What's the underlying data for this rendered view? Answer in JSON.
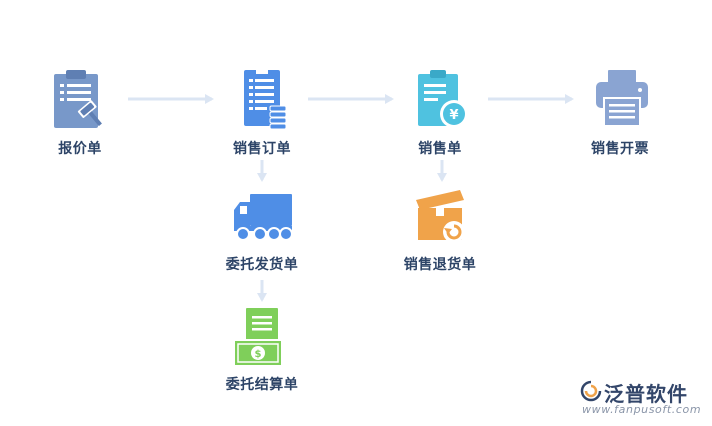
{
  "nodes": {
    "quote": {
      "label": "报价单",
      "icon": "clipboard-gavel-icon"
    },
    "sales_order": {
      "label": "销售订单",
      "icon": "document-coins-icon"
    },
    "sales_slip": {
      "label": "销售单",
      "icon": "clipboard-yen-icon"
    },
    "invoice": {
      "label": "销售开票",
      "icon": "printer-icon"
    },
    "consign_delivery": {
      "label": "委托发货单",
      "icon": "delivery-truck-icon"
    },
    "sales_return": {
      "label": "销售退货单",
      "icon": "return-box-icon"
    },
    "consign_settle": {
      "label": "委托结算单",
      "icon": "money-bill-icon"
    }
  },
  "brand": {
    "name": "泛普软件",
    "url": "www.fanpusoft.com"
  },
  "colors": {
    "arrow": "#dbe5f3",
    "label": "#2d4467",
    "clipboard": "#7898c9",
    "document": "#4f8ee6",
    "teal": "#4fc2e0",
    "printer": "#8aa4d2",
    "truck": "#4f8ee6",
    "box": "#f0a34a",
    "money": "#7fcf5a"
  }
}
